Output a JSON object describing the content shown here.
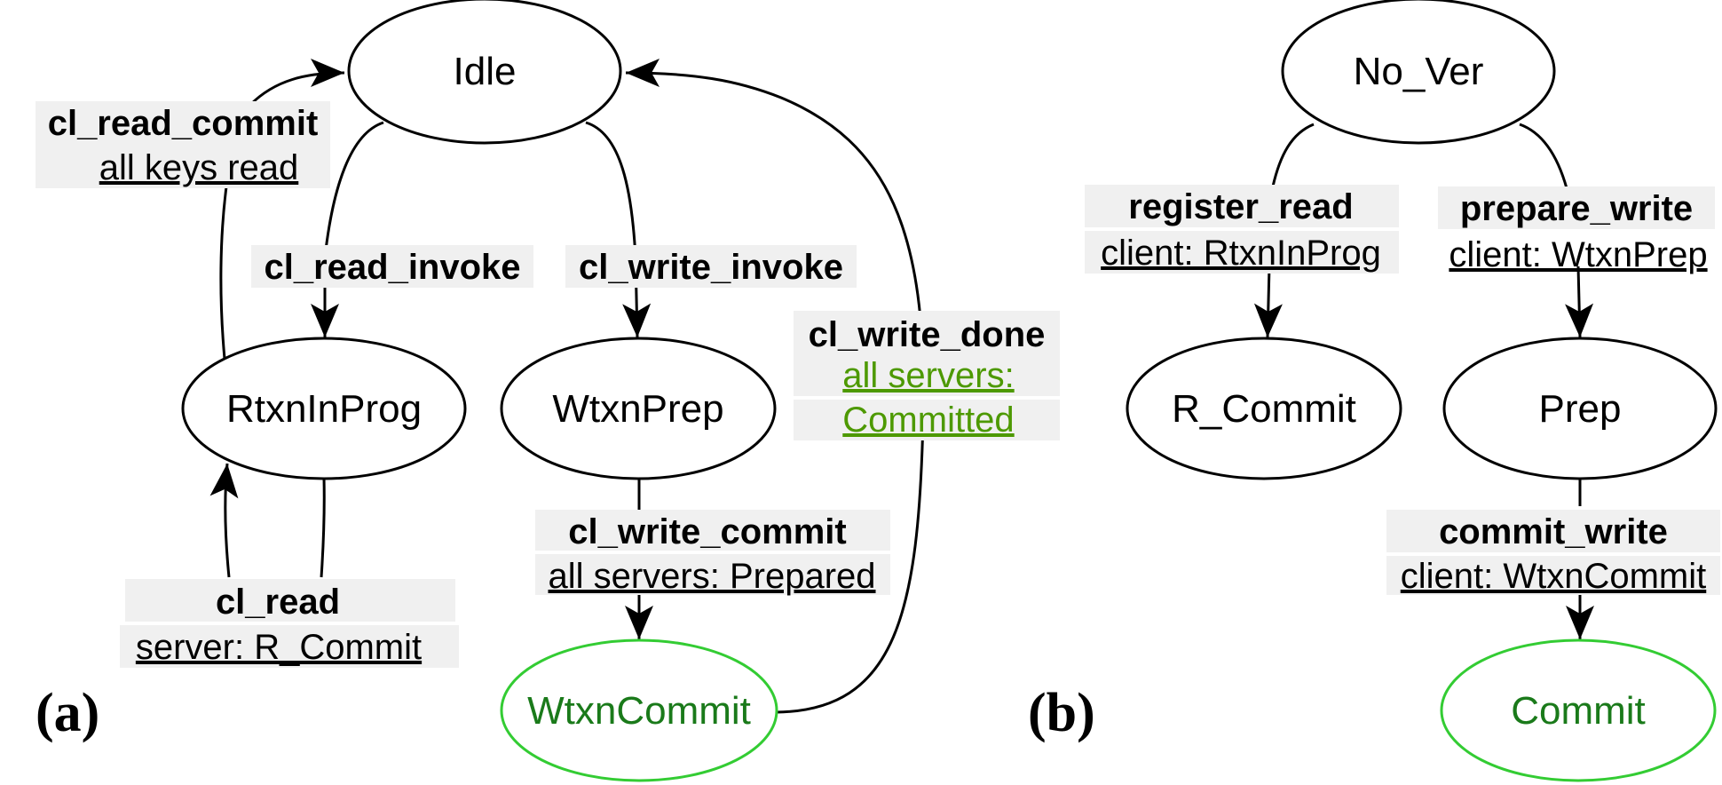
{
  "colors": {
    "stroke": "#000000",
    "final_stroke": "#33cc33",
    "final_text": "#1a7a1a",
    "green_condition": "#4d9900",
    "label_bg": "#f0f0f0"
  },
  "panel_a": {
    "label": "(a)",
    "states": {
      "idle": "Idle",
      "rtxn_in_prog": "RtxnInProg",
      "wtxn_prep": "WtxnPrep",
      "wtxn_commit": "WtxnCommit"
    },
    "transitions": {
      "cl_read_commit": {
        "title": "cl_read_commit",
        "condition": "all keys read"
      },
      "cl_read_invoke": {
        "title": "cl_read_invoke"
      },
      "cl_write_invoke": {
        "title": "cl_write_invoke"
      },
      "cl_write_done": {
        "title": "cl_write_done",
        "condition_line1": "all servers:",
        "condition_line2": "Committed"
      },
      "cl_write_commit": {
        "title": "cl_write_commit",
        "condition": "all servers: Prepared"
      },
      "cl_read": {
        "title": "cl_read",
        "condition": "server: R_Commit"
      }
    }
  },
  "panel_b": {
    "label": "(b)",
    "states": {
      "no_ver": "No_Ver",
      "r_commit": "R_Commit",
      "prep": "Prep",
      "commit": "Commit"
    },
    "transitions": {
      "register_read": {
        "title": "register_read",
        "condition": "client: RtxnInProg"
      },
      "prepare_write": {
        "title": "prepare_write",
        "condition": "client: WtxnPrep"
      },
      "commit_write": {
        "title": "commit_write",
        "condition": "client: WtxnCommit"
      }
    }
  }
}
